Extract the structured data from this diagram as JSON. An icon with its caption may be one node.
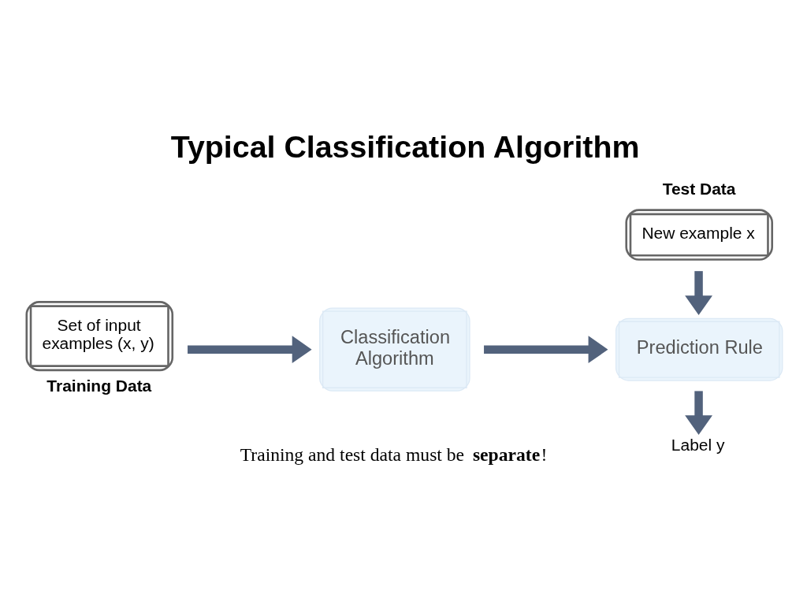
{
  "diagram": {
    "title": "Typical Classification Algorithm",
    "nodes": [
      {
        "text": [
          "Set of input examples (x, y)",
          "Training Data"
        ]
      },
      {
        "text": [
          "Classification Algorithm"
        ]
      },
      {
        "text": [
          "Prediction Rule"
        ]
      },
      {
        "text": [
          "Test Data",
          "New example x"
        ]
      },
      {
        "text": [
          "Label y"
        ]
      }
    ],
    "edges": [
      {
        "from": 0,
        "to": 1,
        "arrow": "to"
      },
      {
        "from": 1,
        "to": 2,
        "arrow": "to"
      },
      {
        "from": 3,
        "to": 2,
        "arrow": "to"
      },
      {
        "from": 2,
        "to": 4,
        "arrow": "to"
      }
    ],
    "labels": [
      "Training and test data must be **separate**!"
    ]
  }
}
